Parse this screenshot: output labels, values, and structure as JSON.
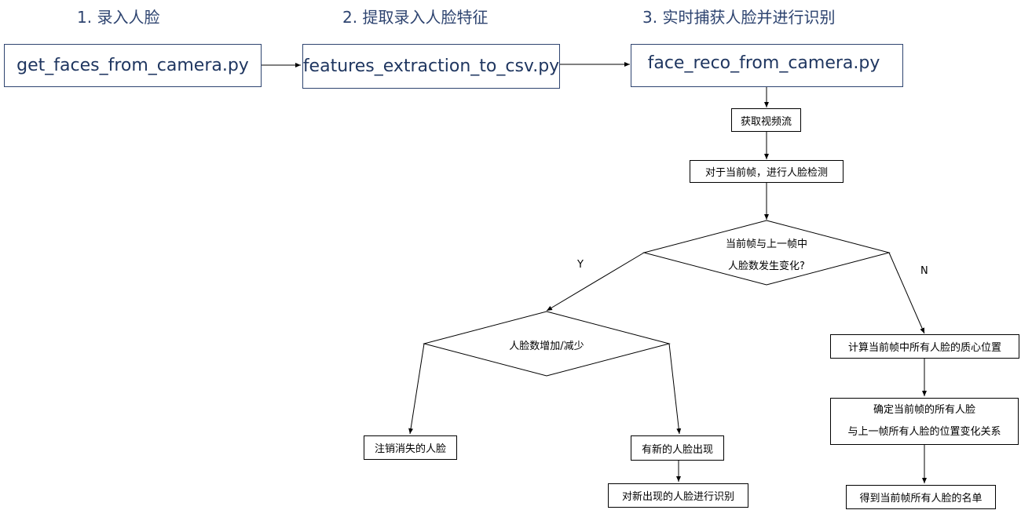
{
  "steps": {
    "step1": "1. 录入人脸",
    "step2": "2. 提取录入人脸特征",
    "step3": "3. 实时捕获人脸并进行识别"
  },
  "scripts": {
    "get_faces": "get_faces_from_camera.py",
    "features": "features_extraction_to_csv.py",
    "face_reco": "face_reco_from_camera.py"
  },
  "flow": {
    "get_video": "获取视频流",
    "detect": "对于当前帧，进行人脸检测",
    "decision1_line1": "当前帧与上一帧中",
    "decision1_line2": "人脸数发生变化?",
    "yes": "Y",
    "no": "N",
    "decision2": "人脸数增加/减少",
    "remove_faces": "注销消失的人脸",
    "new_faces": "有新的人脸出现",
    "recognize_new": "对新出现的人脸进行识别",
    "centroid": "计算当前帧中所有人脸的质心位置",
    "relation_line1": "确定当前帧的所有人脸",
    "relation_line2": "与上一帧所有人脸的位置变化关系",
    "names": "得到当前帧所有人脸的名单"
  },
  "colors": {
    "title": "#2e4470",
    "box_border": "#2e4470",
    "line": "#000000"
  }
}
